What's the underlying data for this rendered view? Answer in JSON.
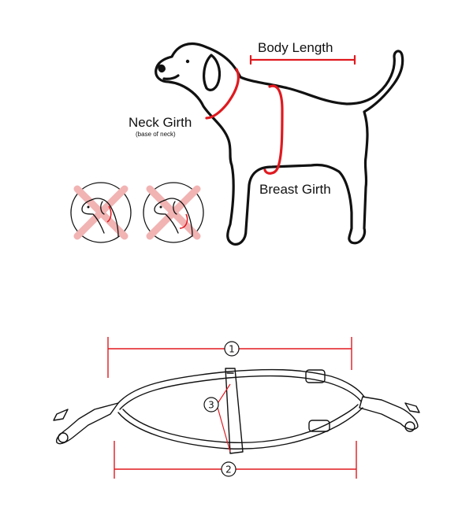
{
  "dog_diagram": {
    "labels": {
      "body_length": "Body Length",
      "neck_girth": "Neck Girth",
      "neck_girth_note": "(base of neck)",
      "breast_girth": "Breast Girth"
    },
    "accent_color": "#e0191f",
    "wrong_mark_color": "#f2b3b3"
  },
  "harness_diagram": {
    "callouts": [
      "1",
      "2",
      "3"
    ],
    "dimension_color": "#e0191f"
  }
}
